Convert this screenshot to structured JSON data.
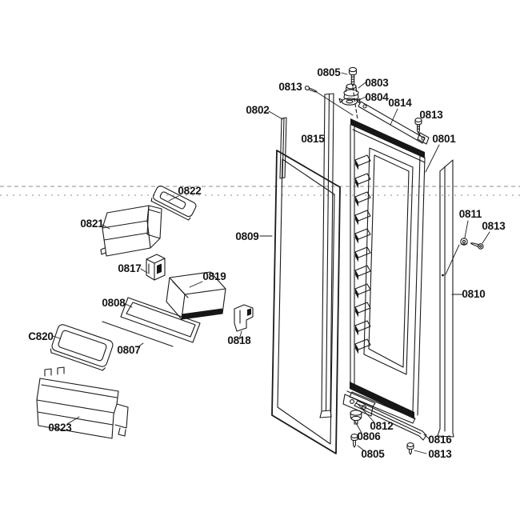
{
  "diagram": {
    "type": "exploded-parts-diagram",
    "subject": "refrigerator door assembly parts diagram",
    "colors": {
      "background": "#ffffff",
      "line": "#1a1a1a",
      "reference_dashed_line": "#8d8d8d"
    },
    "labels": [
      {
        "text": "0805",
        "part": "top-hinge-screw"
      },
      {
        "text": "0803",
        "part": "top-hinge-cam"
      },
      {
        "text": "0804",
        "part": "top-hinge-washer"
      },
      {
        "text": "0813",
        "part": "screw-upper-left"
      },
      {
        "text": "0814",
        "part": "top-trim-rail"
      },
      {
        "text": "0813",
        "part": "screw-upper-right"
      },
      {
        "text": "0802",
        "part": "side-strip"
      },
      {
        "text": "0815",
        "part": "vertical-bar"
      },
      {
        "text": "0801",
        "part": "door-panel"
      },
      {
        "text": "0811",
        "part": "grommet"
      },
      {
        "text": "0813",
        "part": "screw-mid-right"
      },
      {
        "text": "0809",
        "part": "door-gasket"
      },
      {
        "text": "0810",
        "part": "right-trim-strip"
      },
      {
        "text": "0822",
        "part": "small-tray"
      },
      {
        "text": "0821",
        "part": "door-bin-upper"
      },
      {
        "text": "0817",
        "part": "small-box"
      },
      {
        "text": "0819",
        "part": "shallow-bin"
      },
      {
        "text": "0808",
        "part": "shelf-frame"
      },
      {
        "text": "C820",
        "part": "tray"
      },
      {
        "text": "0807",
        "part": "trim-rod"
      },
      {
        "text": "0818",
        "part": "small-bracket"
      },
      {
        "text": "0823",
        "part": "door-bin-lower"
      },
      {
        "text": "0812",
        "part": "bottom-hinge-rail"
      },
      {
        "text": "0806",
        "part": "bottom-hinge-pin"
      },
      {
        "text": "0816",
        "part": "bottom-trim-rail"
      },
      {
        "text": "0805",
        "part": "bottom-hinge-screw"
      },
      {
        "text": "0813",
        "part": "screw-bottom-right"
      }
    ]
  }
}
